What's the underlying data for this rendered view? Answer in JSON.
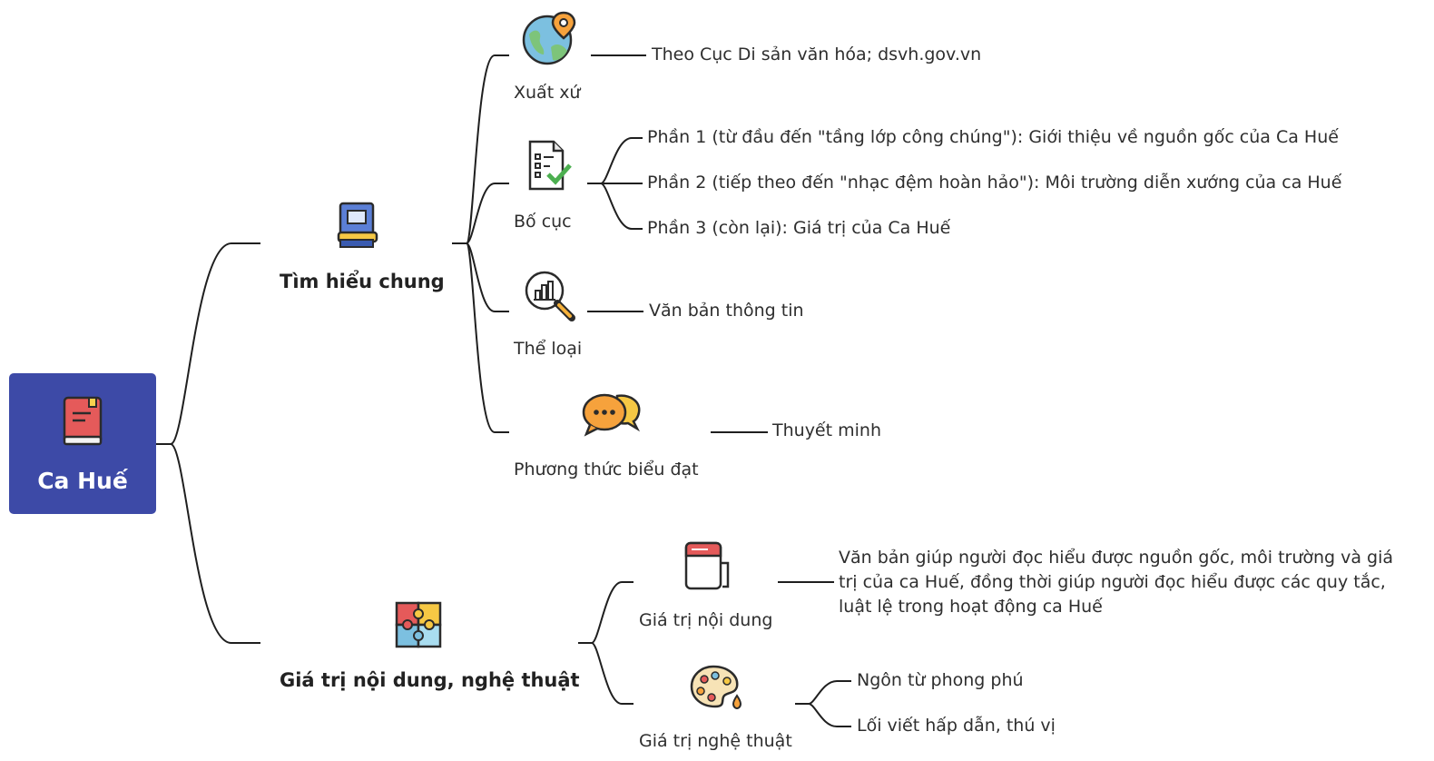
{
  "root": {
    "label": "Ca Huế",
    "icon": "book-icon"
  },
  "branches": {
    "general": {
      "label": "Tìm hiểu chung",
      "icon": "blue-book-icon",
      "origin": {
        "label": "Xuất xứ",
        "icon": "globe-pin-icon",
        "detail": "Theo Cục Di sản văn hóa; dsvh.gov.vn"
      },
      "layout": {
        "label": "Bố cục",
        "icon": "checklist-icon",
        "parts": [
          "Phần 1 (từ đầu đến \"tầng lớp công chúng\"): Giới thiệu về nguồn gốc của Ca Huế",
          "Phần 2 (tiếp theo đến \"nhạc đệm hoàn hảo\"): Môi trường diễn xướng của ca Huế",
          "Phần 3 (còn lại): Giá trị của Ca Huế"
        ]
      },
      "genre": {
        "label": "Thể loại",
        "icon": "chart-magnifier-icon",
        "detail": "Văn bản thông tin"
      },
      "expression": {
        "label": "Phương thức biểu đạt",
        "icon": "chat-bubbles-icon",
        "detail": "Thuyết minh"
      }
    },
    "value": {
      "label": "Giá trị nội dung, nghệ thuật",
      "icon": "puzzle-icon",
      "content": {
        "label": "Giá trị nội dung",
        "icon": "notebook-icon",
        "detail": "Văn bản giúp người đọc hiểu được nguồn gốc, môi trường và giá trị của ca Huế, đồng thời giúp người đọc hiểu được các quy tắc, luật lệ trong hoạt động ca Huế"
      },
      "art": {
        "label": "Giá trị nghệ thuật",
        "icon": "palette-icon",
        "items": [
          "Ngôn từ phong phú",
          "Lối viết hấp dẫn, thú vị"
        ]
      }
    }
  },
  "colors": {
    "root_bg": "#3d4aa7",
    "line": "#1f1f1f",
    "text": "#2e2e2e"
  }
}
